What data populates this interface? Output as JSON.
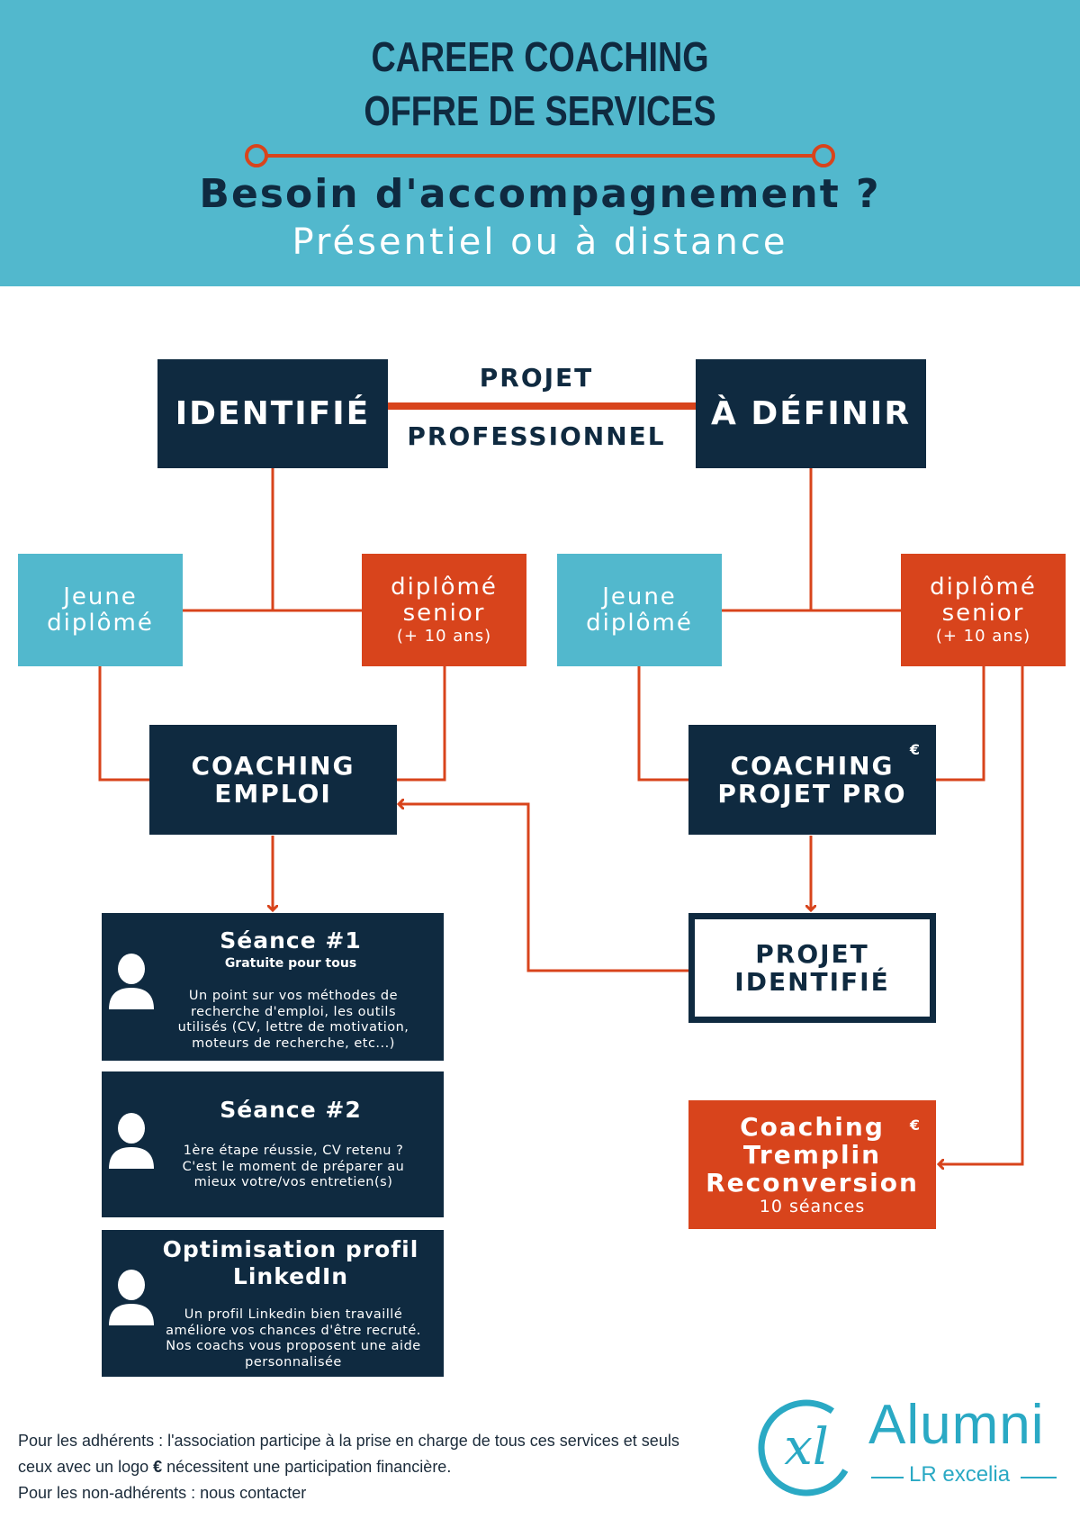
{
  "header": {
    "title_line1": "CAREER COACHING",
    "title_line2": "OFFRE DE SERVICES",
    "subtitle": "Besoin d'accompagnement ?",
    "subtitle2": "Présentiel ou à distance"
  },
  "project": {
    "left": "IDENTIFIÉ",
    "right": "À DÉFINIR",
    "label_top": "PROJET",
    "label_bottom": "PROFESSIONNEL"
  },
  "audiences": {
    "young_line1": "Jeune",
    "young_line2": "diplômé",
    "senior_line1": "diplômé",
    "senior_line2": "senior",
    "senior_note": "(+ 10 ans)"
  },
  "services": {
    "emploi_line1": "COACHING",
    "emploi_line2": "EMPLOI",
    "projet_line1": "COACHING",
    "projet_line2": "PROJET PRO",
    "identified_line1": "PROJET",
    "identified_line2": "IDENTIFIÉ",
    "tremplin_line1": "Coaching",
    "tremplin_line2": "Tremplin",
    "tremplin_line3": "Reconversion",
    "tremplin_note": "10 séances",
    "euro": "€"
  },
  "sessions": [
    {
      "title": "Séance #1",
      "subtitle": "Gratuite pour tous",
      "desc_lines": [
        "Un point sur vos méthodes de",
        "recherche d'emploi, les outils",
        "utilisés (CV, lettre de motivation,",
        "moteurs de recherche, etc...)"
      ]
    },
    {
      "title": "Séance #2",
      "desc_lines": [
        "1ère étape réussie, CV retenu ?",
        "C'est le moment de préparer au",
        "mieux votre/vos entretien(s)"
      ]
    },
    {
      "title_line1": "Optimisation profil",
      "title_line2": "LinkedIn",
      "desc_lines": [
        "Un profil Linkedin bien travaillé",
        "améliore vos chances d'être recruté.",
        "Nos coachs vous proposent une aide",
        "personnalisée"
      ]
    }
  ],
  "footer": {
    "line1": "Pour les adhérents : l'association participe à la prise en charge de tous ces services et seuls",
    "line2_pre": "ceux avec un logo ",
    "line2_euro": "€",
    "line2_post": " nécessitent une participation financière.",
    "line3": "Pour les non-adhérents : nous contacter"
  },
  "logo": {
    "mark": "xl",
    "name": "Alumni",
    "sub": "LR excelia"
  },
  "colors": {
    "navy": "#0f2a40",
    "cyan": "#52b8cd",
    "orange": "#d8441c",
    "white": "#ffffff"
  }
}
